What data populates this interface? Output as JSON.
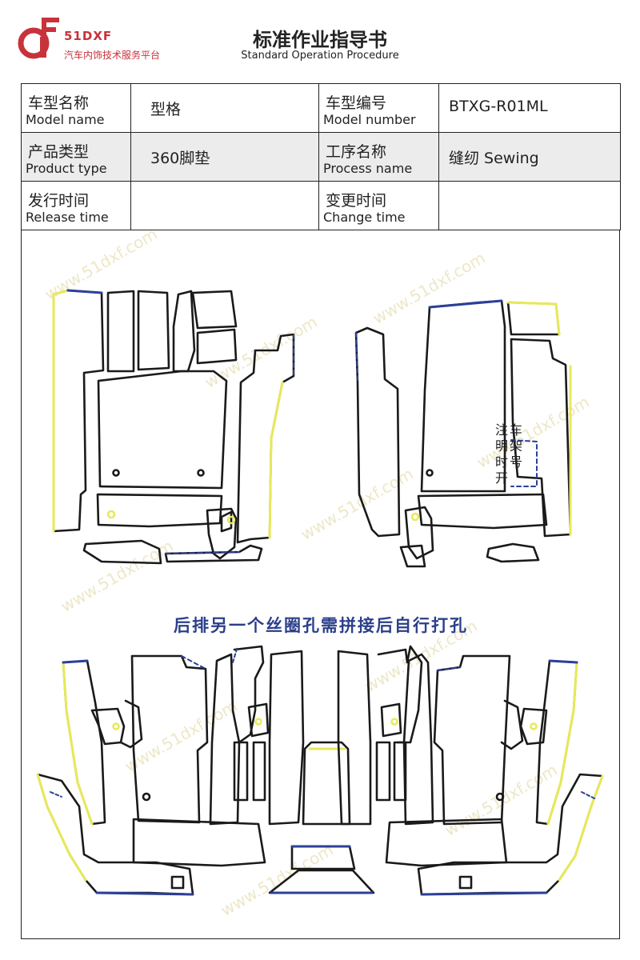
{
  "brand": {
    "name": "51DXF",
    "tagline": "汽车内饰技术服务平台",
    "color": "#c8323a"
  },
  "document": {
    "title": "标准作业指导书",
    "subtitle": "Standard Operation Procedure"
  },
  "info": {
    "model_name_cn": "车型名称",
    "model_name_en": "Model name",
    "model_name_value": "型格",
    "model_number_cn": "车型编号",
    "model_number_en": "Model number",
    "model_number_value": "BTXG-R01ML",
    "product_type_cn": "产品类型",
    "product_type_en": "Product type",
    "product_type_value": "360脚垫",
    "process_name_cn": "工序名称",
    "process_name_en": "Process name",
    "process_name_value": "缝纫 Sewing",
    "release_time_cn": "发行时间",
    "release_time_en": "Release time",
    "release_time_value": "",
    "change_time_cn": "变更时间",
    "change_time_en": "Change time",
    "change_time_value": ""
  },
  "drawing": {
    "note": "后排另一个丝圈孔需拼接后自行打孔",
    "vertical_note_col1": "注明时开",
    "vertical_note_col2": "车架号",
    "watermark_text": "www.51dxf.com",
    "outline_color": "#1a1a1a",
    "edge_yellow": "#e8e85a",
    "edge_blue": "#2b3f9a"
  }
}
